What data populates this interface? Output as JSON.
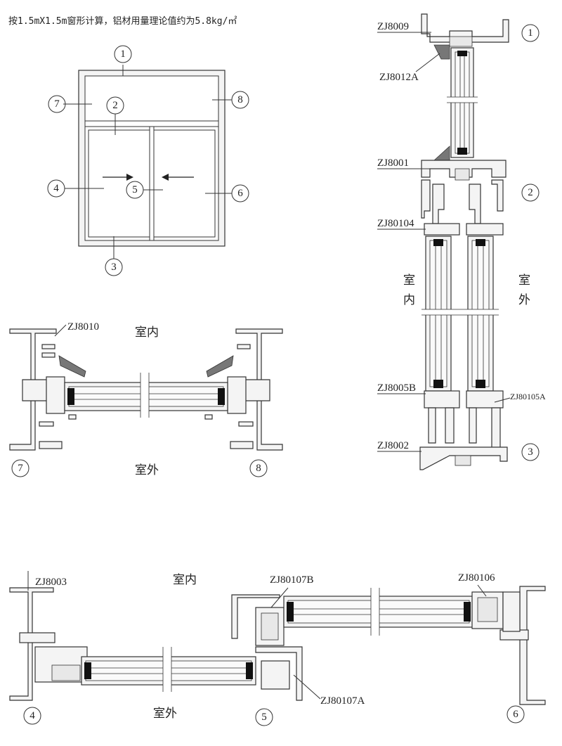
{
  "header": {
    "note": "按1.5mX1.5m窗形计算，铝材用量理论值约为5.8kg/㎡"
  },
  "elevation": {
    "callouts": [
      "1",
      "2",
      "3",
      "4",
      "5",
      "6",
      "7",
      "8"
    ]
  },
  "vertical_section": {
    "labels": {
      "zj8009": "ZJ8009",
      "zj8012a": "ZJ8012A",
      "zj8001": "ZJ8001",
      "zj80104": "ZJ80104",
      "zj8005b": "ZJ8005B",
      "zj80105a": "ZJ80105A",
      "zj8002": "ZJ8002"
    },
    "inside_1": "室",
    "inside_2": "内",
    "outside_1": "室",
    "outside_2": "外",
    "callouts": [
      "1",
      "2",
      "3"
    ]
  },
  "side_section": {
    "label_zj8010": "ZJ8010",
    "inside": "室内",
    "outside": "室外",
    "callouts": [
      "7",
      "8"
    ]
  },
  "horizontal_section": {
    "labels": {
      "zj8003": "ZJ8003",
      "zj80107b": "ZJ80107B",
      "zj80106": "ZJ80106",
      "zj80107a": "ZJ80107A"
    },
    "inside": "室内",
    "outside": "室外",
    "callouts": [
      "4",
      "5",
      "6"
    ]
  }
}
